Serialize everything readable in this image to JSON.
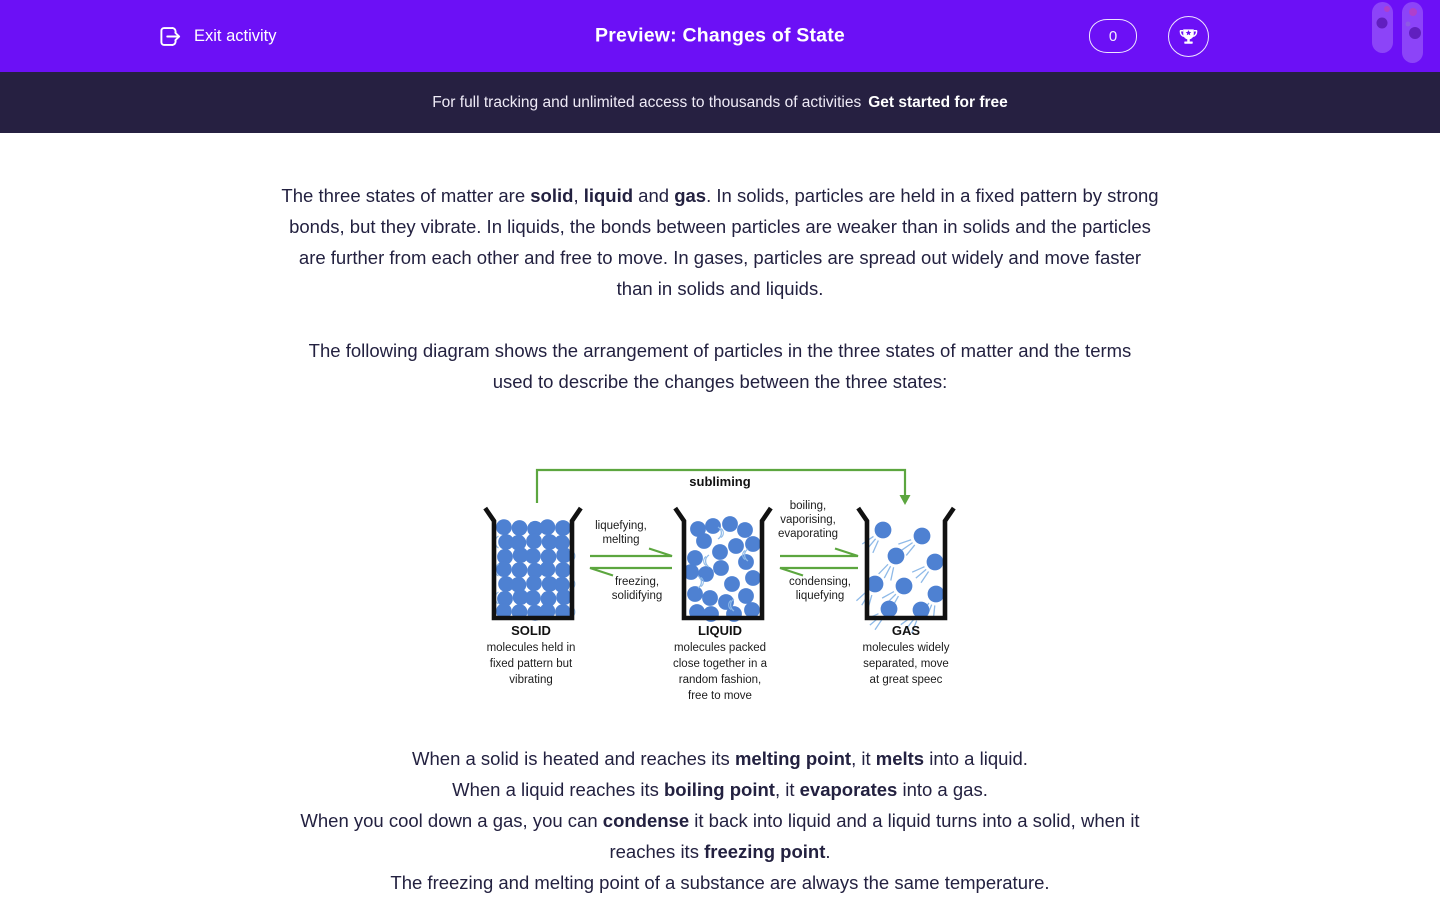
{
  "header": {
    "background": "#6C10F6",
    "exit_button": {
      "label": "Exit activity",
      "icon": "logout-icon"
    },
    "title": "Preview: Changes of State",
    "score_badge": {
      "value": "0"
    },
    "trophy_button": {
      "icon": "trophy-icon"
    },
    "decoration": {
      "icon": "test-tubes-graphic"
    }
  },
  "banner": {
    "background": "#262041",
    "message": "For full tracking and unlimited access to thousands of activities",
    "cta": "Get started for free"
  },
  "intro": {
    "paragraph1": {
      "parts": [
        {
          "text": "The three states of matter are ",
          "bold": false
        },
        {
          "text": "solid",
          "bold": true
        },
        {
          "text": ", ",
          "bold": false
        },
        {
          "text": "liquid",
          "bold": true
        },
        {
          "text": " and ",
          "bold": false
        },
        {
          "text": "gas",
          "bold": true
        },
        {
          "text": ". In solids, particles are held in a fixed pattern by strong",
          "bold": false,
          "break_after": true
        },
        {
          "text": "bonds, but they vibrate. In liquids, the bonds between particles are weaker than in solids and the particles",
          "bold": false,
          "break_after": true
        },
        {
          "text": "are further from each other and free to move. In gases, particles are spread out widely and move faster",
          "bold": false,
          "break_after": true
        },
        {
          "text": "than in solids and liquids.",
          "bold": false
        }
      ]
    },
    "paragraph2": {
      "parts": [
        {
          "text": "The following diagram shows the arrangement of particles in the three states of matter and the terms",
          "bold": false,
          "break_after": true
        },
        {
          "text": "used to describe the changes between the three states:",
          "bold": false
        }
      ]
    }
  },
  "diagram": {
    "subliming_label": "subliming",
    "states": [
      {
        "name": "SOLID",
        "description": [
          "molecules held in",
          "fixed pattern but",
          "vibrating"
        ]
      },
      {
        "name": "LIQUID",
        "description": [
          "molecules packed",
          "close together in a",
          "random fashion,",
          "free to move"
        ]
      },
      {
        "name": "GAS",
        "description": [
          "molecules widely",
          "separated, move",
          "at great speec"
        ]
      }
    ],
    "transitions": {
      "solid_to_liquid": [
        "liquefying,",
        "melting"
      ],
      "liquid_to_solid": [
        "freezing,",
        "solidifying"
      ],
      "liquid_to_gas": [
        "boiling,",
        "vaporising,",
        "evaporating"
      ],
      "gas_to_liquid": [
        "condensing,",
        "liquefying"
      ]
    },
    "colors": {
      "particle": "#4e81d2",
      "motion_marks": "#8fbae8",
      "arrow": "#5ca63f",
      "outline": "#111111"
    }
  },
  "summary": {
    "lines": [
      {
        "parts": [
          {
            "text": "When a solid is heated and reaches its ",
            "bold": false
          },
          {
            "text": "melting point",
            "bold": true
          },
          {
            "text": ", it ",
            "bold": false
          },
          {
            "text": "melts",
            "bold": true
          },
          {
            "text": " into a liquid.",
            "bold": false
          }
        ]
      },
      {
        "parts": [
          {
            "text": "When a liquid reaches its ",
            "bold": false
          },
          {
            "text": "boiling point",
            "bold": true
          },
          {
            "text": ", it ",
            "bold": false
          },
          {
            "text": "evaporates",
            "bold": true
          },
          {
            "text": " into a gas.",
            "bold": false
          }
        ]
      },
      {
        "parts": [
          {
            "text": "When you cool down a gas, you can ",
            "bold": false
          },
          {
            "text": "condense",
            "bold": true
          },
          {
            "text": " it back into liquid and a liquid turns into a solid, when it",
            "bold": false,
            "break_after": true
          },
          {
            "text": "reaches its ",
            "bold": false
          },
          {
            "text": "freezing point",
            "bold": true
          },
          {
            "text": ".",
            "bold": false
          }
        ]
      },
      {
        "parts": [
          {
            "text": "The freezing and melting point of a substance are always the same temperature.",
            "bold": false
          }
        ]
      }
    ]
  }
}
